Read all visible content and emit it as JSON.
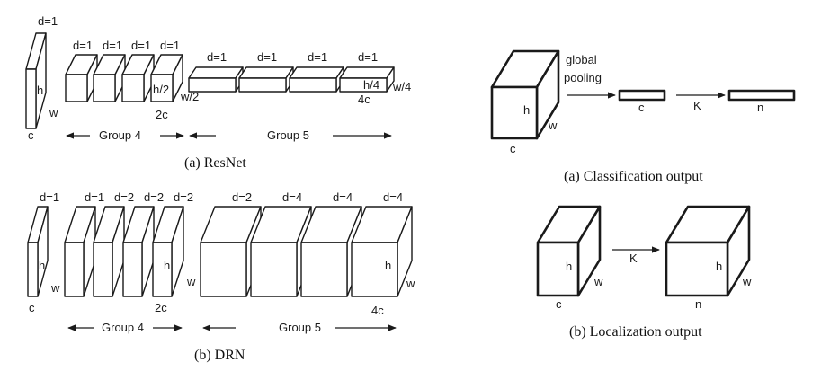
{
  "resnet": {
    "caption": "(a) ResNet",
    "d_labels": [
      "d=1",
      "d=1",
      "d=1",
      "d=1",
      "d=1",
      "d=1",
      "d=1",
      "d=1",
      "d=1"
    ],
    "h": "h",
    "w": "w",
    "c": "c",
    "h2": "h/2",
    "w2": "w/2",
    "c2": "2c",
    "h4": "h/4",
    "w4": "w/4",
    "c4": "4c",
    "group4": "Group 4",
    "group5": "Group 5"
  },
  "drn": {
    "caption": "(b) DRN",
    "d_labels": [
      "d=1",
      "d=1",
      "d=2",
      "d=2",
      "d=2",
      "d=2",
      "d=4",
      "d=4",
      "d=4"
    ],
    "h": "h",
    "w": "w",
    "c": "c",
    "h2": "h",
    "w2": "w",
    "c2": "2c",
    "h4": "h",
    "w4": "w",
    "c4": "4c",
    "group4": "Group 4",
    "group5": "Group 5"
  },
  "classification": {
    "caption": "(a) Classification output",
    "global": "global",
    "pooling": "pooling",
    "h": "h",
    "w": "w",
    "c_in": "c",
    "c_bar": "c",
    "k": "K",
    "n": "n"
  },
  "localization": {
    "caption": "(b) Localization output",
    "h1": "h",
    "w1": "w",
    "c": "c",
    "k": "K",
    "h2": "h",
    "w2": "w",
    "n": "n"
  }
}
